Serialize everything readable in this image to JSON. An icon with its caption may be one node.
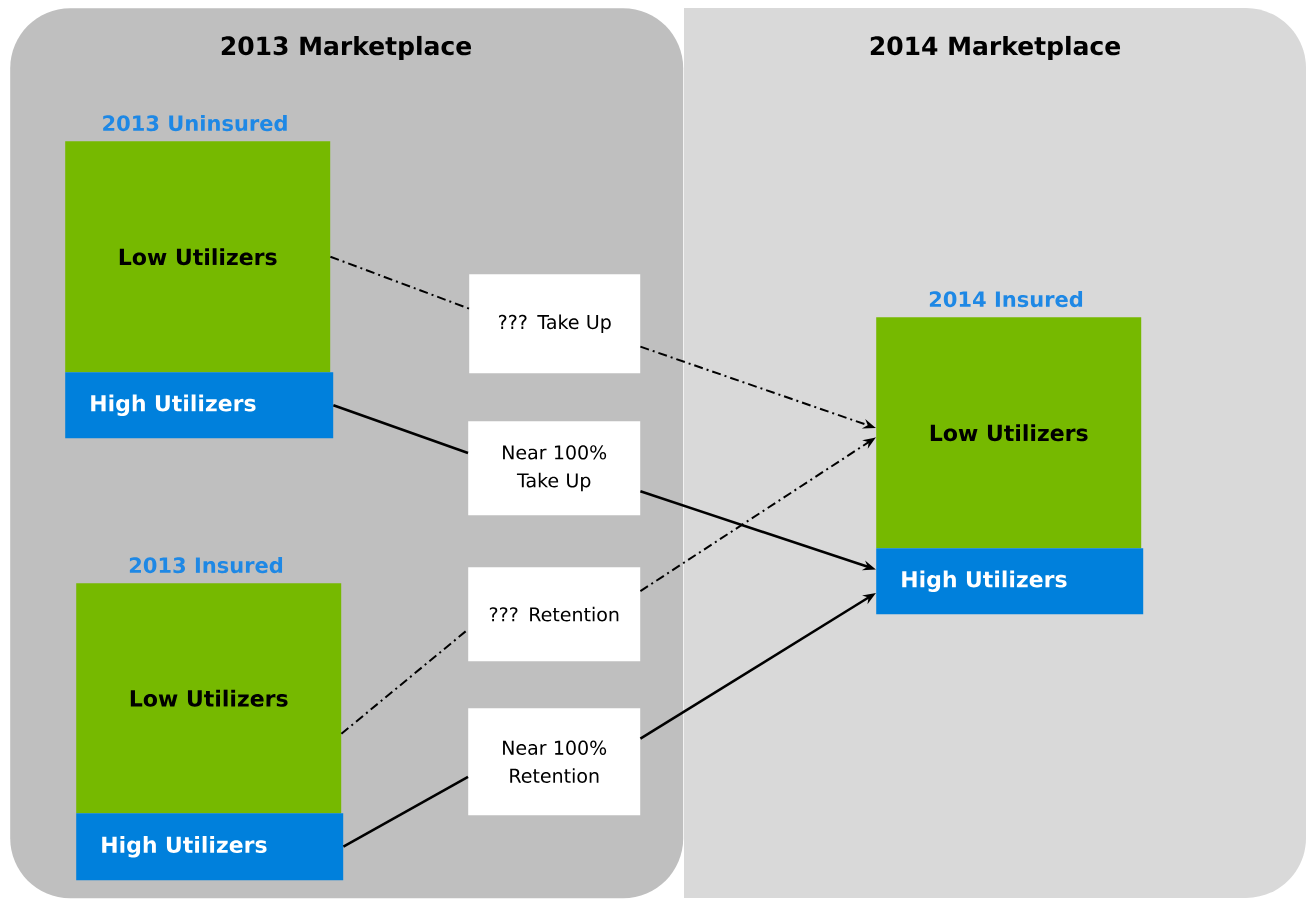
{
  "diagram": {
    "nodes": [
      {
        "text": [
          "2013 Marketplace"
        ]
      },
      {
        "text": [
          "2014 Marketplace"
        ]
      },
      {
        "text": [
          "2013 Uninsured",
          "Low Utilizers"
        ],
        "in": 0
      },
      {
        "text": [
          "High Utilizers"
        ],
        "in": 0
      },
      {
        "text": [
          "??? Take Up"
        ],
        "in": 0
      },
      {
        "text": [
          "Near 100% Take Up"
        ],
        "in": 0
      },
      {
        "text": [
          "2013 Insured",
          "Low Utilizers"
        ],
        "in": 0
      },
      {
        "text": [
          "High Utilizers"
        ],
        "in": 0
      },
      {
        "text": [
          "??? Retention"
        ],
        "in": 0
      },
      {
        "text": [
          "Near 100% Retention"
        ],
        "in": 0
      },
      {
        "text": [
          "2014 Insured",
          "Low Utilizers"
        ],
        "in": 1
      },
      {
        "text": [
          "High Utilizers"
        ],
        "in": 1
      }
    ],
    "edges": [
      {
        "from": 2,
        "to": 4,
        "arrow": "none",
        "style": "dashed"
      },
      {
        "from": 4,
        "to": 10,
        "arrow": "to",
        "style": "dashed"
      },
      {
        "from": 3,
        "to": 5,
        "arrow": "none"
      },
      {
        "from": 5,
        "to": 11,
        "arrow": "to"
      },
      {
        "from": 6,
        "to": 8,
        "arrow": "none",
        "style": "dashed"
      },
      {
        "from": 8,
        "to": 10,
        "arrow": "to",
        "style": "dashed"
      },
      {
        "from": 7,
        "to": 9,
        "arrow": "none"
      },
      {
        "from": 9,
        "to": 11,
        "arrow": "to"
      }
    ]
  }
}
